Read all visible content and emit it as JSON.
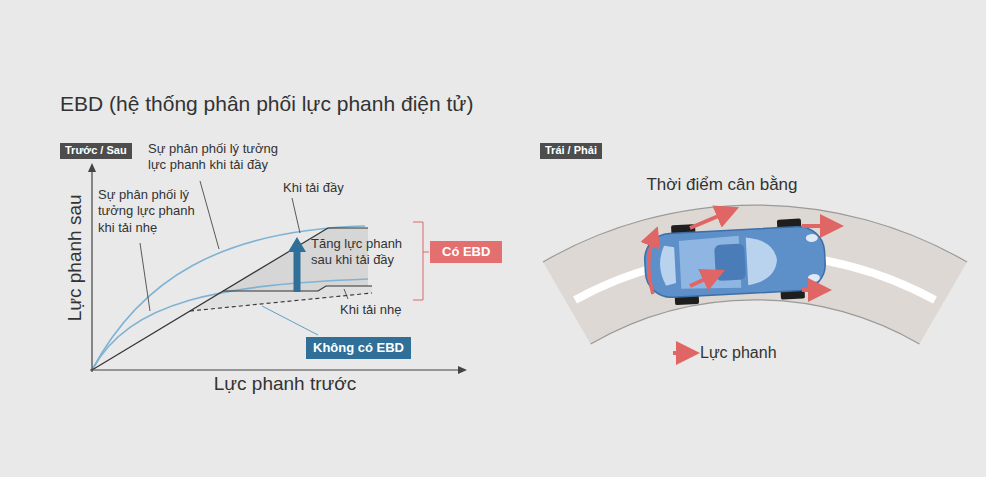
{
  "diagram": {
    "title": "EBD (hệ thống phân phối lực phanh điện tử)",
    "nodes": [
      {
        "text": [
          "Trước / Sau"
        ]
      },
      {
        "text": [
          "Có EBD"
        ]
      },
      {
        "text": [
          "Không có EBD"
        ]
      },
      {
        "text": [
          "Trái / Phải"
        ]
      }
    ],
    "labels": [
      "Sự phân phối lý tưởng lực phanh khi tải đầy",
      "Sự phân phối lý tưởng lực phanh khi tải nhẹ",
      "Khi tải đầy",
      "Tăng lực phanh sau khi tải đầy",
      "Khi tải nhẹ",
      "Lực phanh sau",
      "Lực phanh trước",
      "Thời điểm cân bằng"
    ],
    "legend": [
      {
        "text": "Lực phanh"
      }
    ]
  }
}
